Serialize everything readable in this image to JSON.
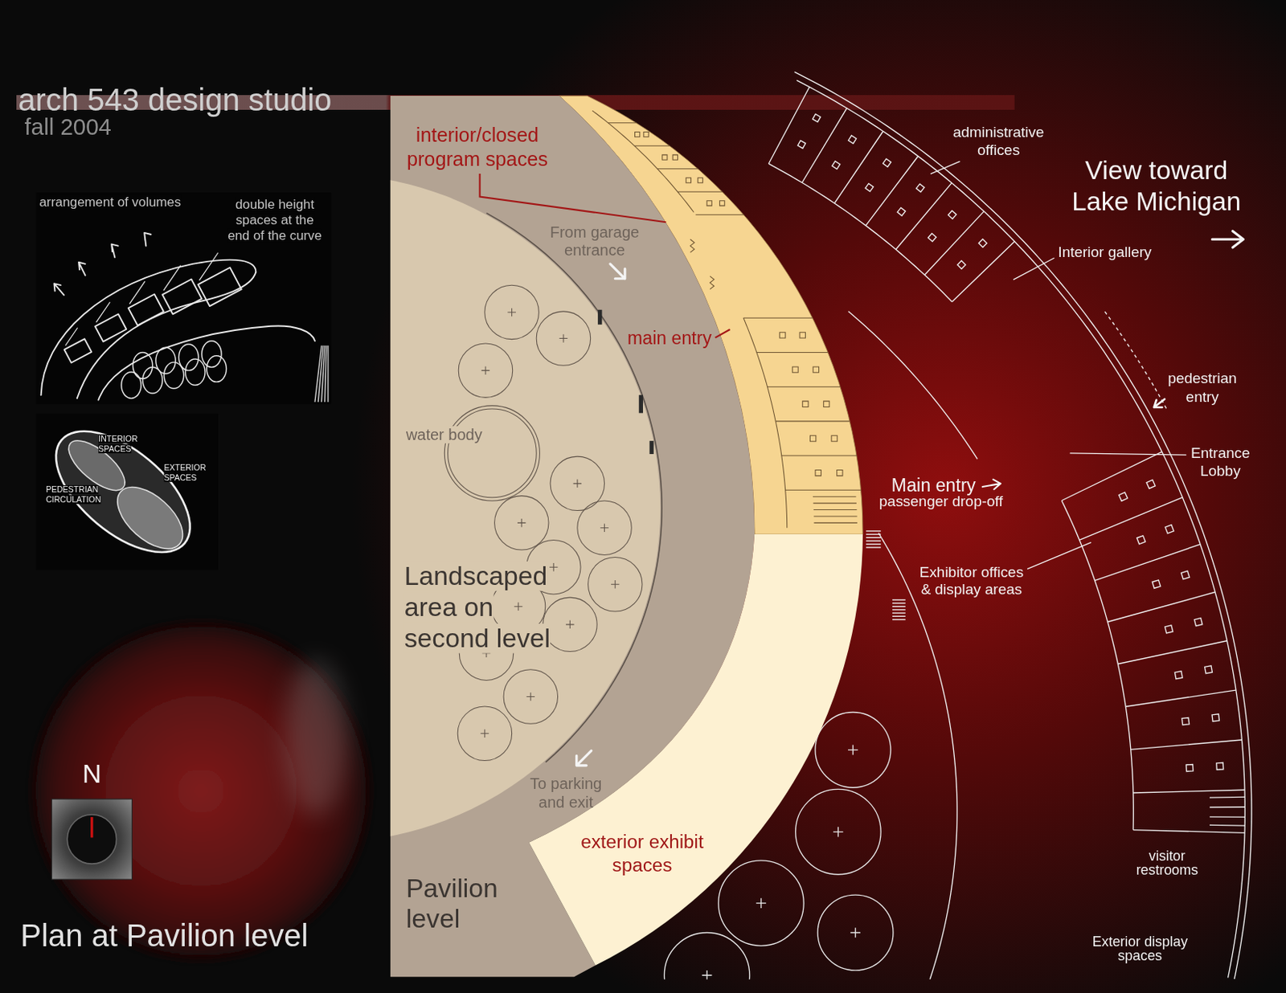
{
  "diagram": {
    "title": "arch 543 design studio",
    "caption": "Plan at Pavilion level",
    "nodes": [
      {
        "text": [
          "arrangement of volumes",
          "double height spaces at the end of the curve"
        ]
      },
      {
        "text": [
          "INTERIOR SPACES",
          "EXTERIOR SPACES",
          "PEDESTRIAN CIRCULATION"
        ]
      },
      {
        "text": [
          "From garage entrance",
          "To parking and exit",
          "Pavilion level"
        ]
      },
      {
        "text": [
          "water body",
          "Landscaped area on second level"
        ],
        "in": 2
      },
      {
        "text": [
          "exterior exhibit spaces"
        ]
      },
      {
        "text": [
          "N"
        ]
      }
    ],
    "labels": [
      "fall 2004",
      "interior/closed program spaces",
      "main entry",
      "administrative offices",
      "View toward Lake Michigan",
      "Interior gallery",
      "pedestrian entry",
      "Entrance Lobby",
      "Main entry",
      "passenger drop-off",
      "Exhibitor offices & display areas",
      "visitor restrooms",
      "Exterior display spaces"
    ]
  }
}
